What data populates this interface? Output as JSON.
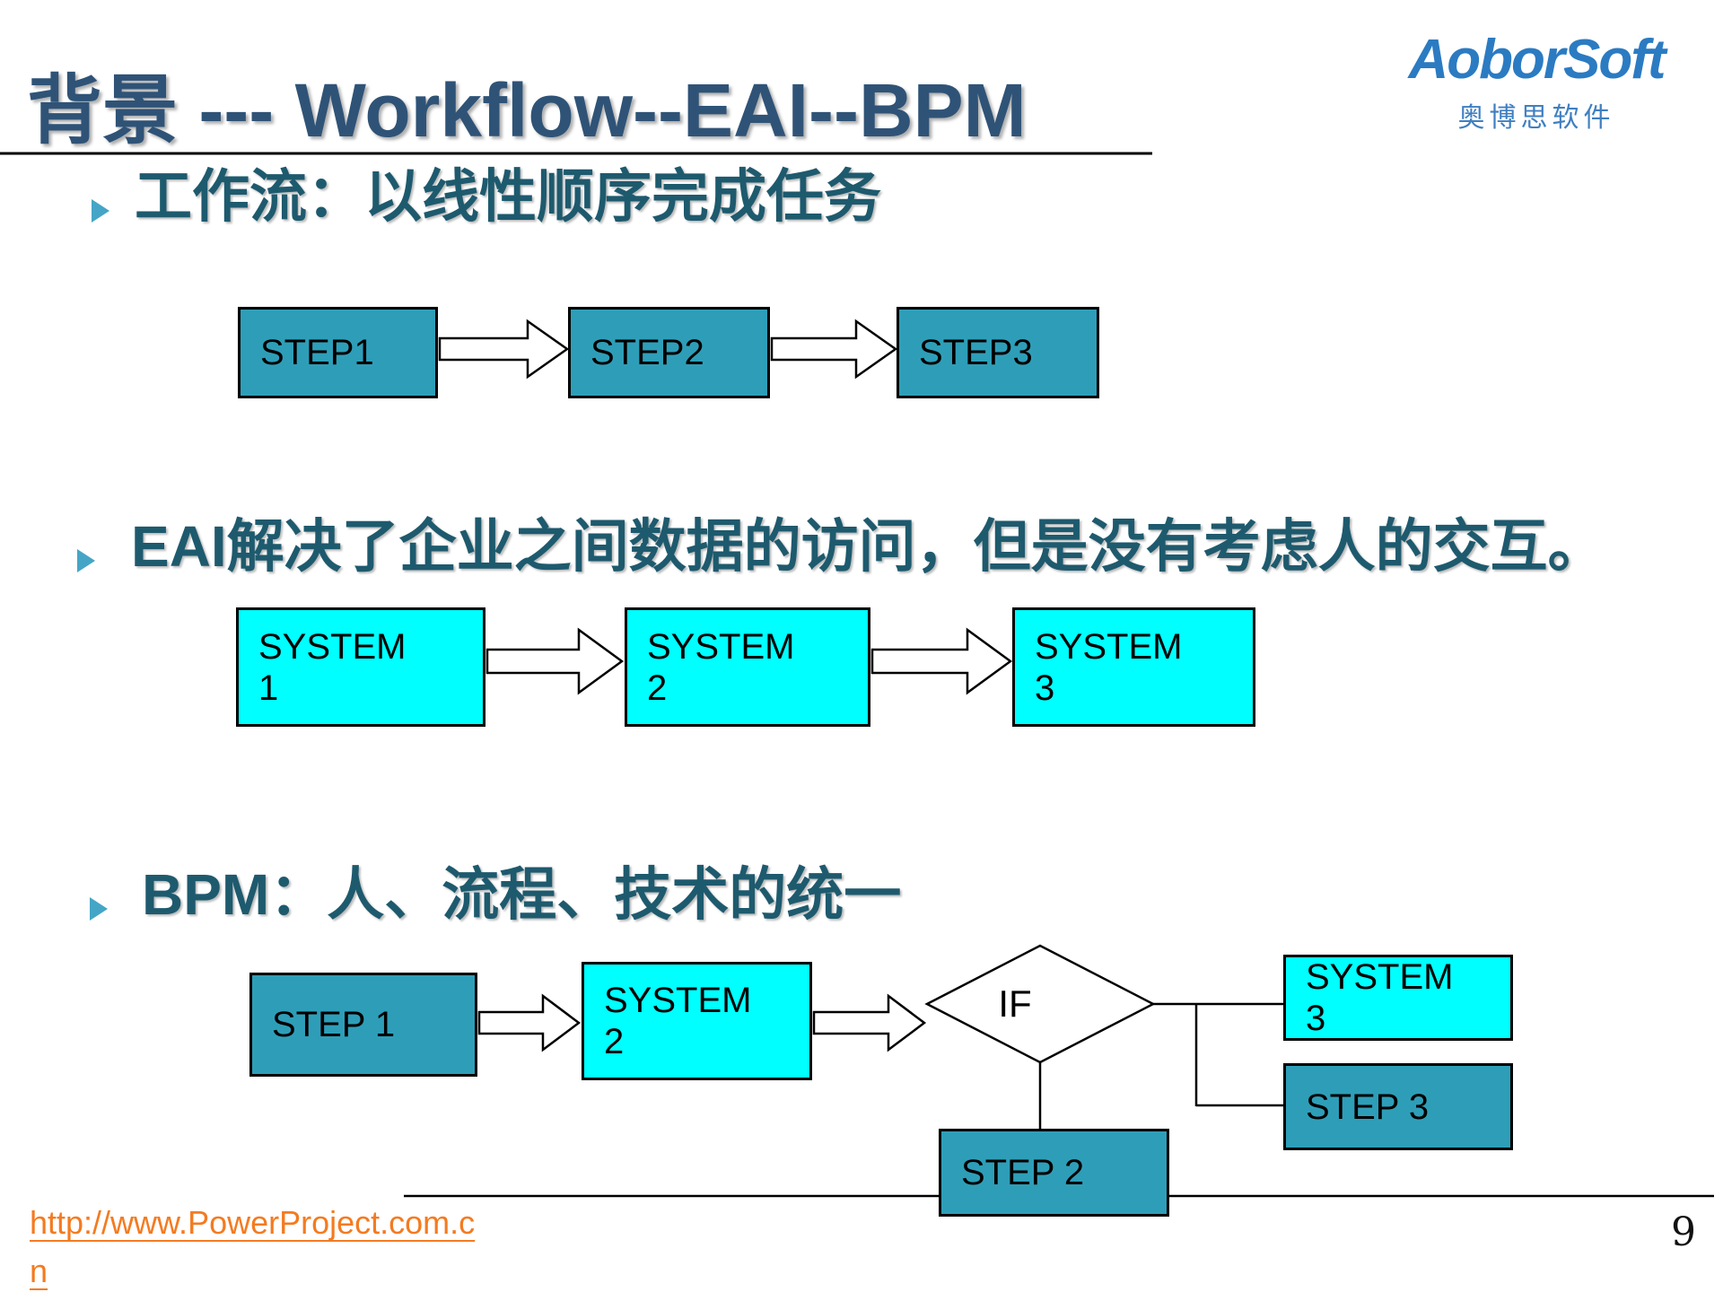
{
  "slide": {
    "title": "背景 --- Workflow--EAI--BPM",
    "page_number": "9",
    "footer_link": {
      "url": "http://www.PowerProject.com.cn",
      "line1": "http://www.PowerProject.com.c",
      "line2": "n"
    }
  },
  "logo": {
    "name": "AoborSoft",
    "subtitle": "奥博思软件"
  },
  "bullets": [
    {
      "text": "工作流：以线性顺序完成任务"
    },
    {
      "text": "EAI解决了企业之间数据的访问，但是没有考虑人的交互。"
    },
    {
      "text": "BPM：人、流程、技术的统一"
    }
  ],
  "diagrams": {
    "workflow": {
      "step1": "STEP1",
      "step2": "STEP2",
      "step3": "STEP3"
    },
    "eai": {
      "system1": "SYSTEM\n1",
      "system2": "SYSTEM\n2",
      "system3": "SYSTEM\n3"
    },
    "bpm": {
      "step1": "STEP 1",
      "system2": "SYSTEM\n2",
      "if_label": "IF",
      "system3": "SYSTEM\n3",
      "step3": "STEP 3",
      "step2": "STEP 2"
    }
  },
  "colors": {
    "step_box_fill": "#2e9eb8",
    "system_box_fill": "#00ffff",
    "title_text": "#2f5377",
    "bullet_text": "#1e5a6e",
    "bullet_marker": "#45a5c6",
    "link_orange": "#f47b20",
    "logo_blue": "#2b7bc2"
  }
}
